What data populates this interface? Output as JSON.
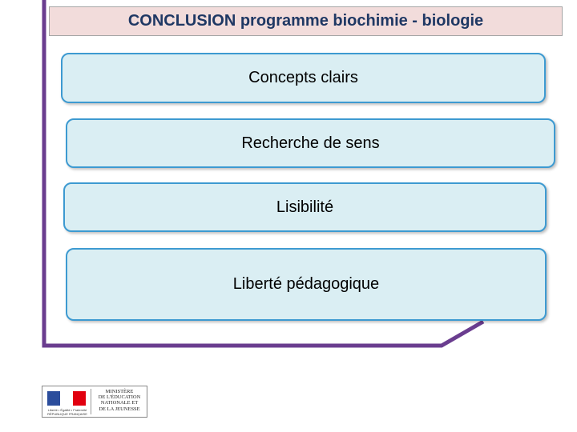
{
  "title": "CONCLUSION programme biochimie - biologie",
  "items": [
    {
      "label": "Concepts clairs"
    },
    {
      "label": "Recherche de sens"
    },
    {
      "label": "Lisibilité"
    },
    {
      "label": "Liberté pédagogique"
    }
  ],
  "colors": {
    "title_background": "#f2dcdb",
    "title_text": "#1f3864",
    "box_fill": "#daeef3",
    "box_border": "#3d9ad1",
    "frame": "#6a3d8f"
  },
  "footer_logo": {
    "republic_text": "Liberté • Égalité • Fraternité RÉPUBLIQUE FRANÇAISE",
    "ministry_text": "MINISTÈRE\nDE L'ÉDUCATION\nNATIONALE ET\nDE LA JEUNESSE"
  }
}
